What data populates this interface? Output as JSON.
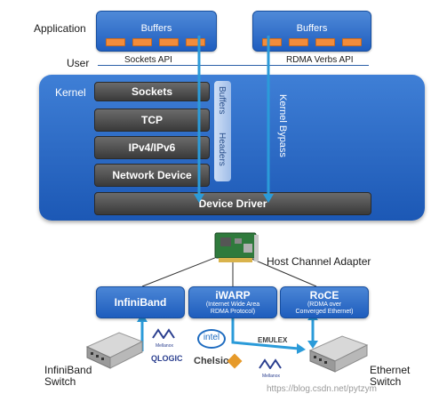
{
  "labels": {
    "application": "Application",
    "user": "User",
    "kernel": "Kernel",
    "buffers_left": "Buffers",
    "buffers_right": "Buffers",
    "sockets_api": "Sockets API",
    "rdma_verbs_api": "RDMA Verbs API",
    "kernel_bypass": "Kernel Bypass",
    "host_channel_adapter": "Host Channel Adapter",
    "infiniband_switch": "InfiniBand\nSwitch",
    "ethernet_switch": "Ethernet\nSwitch",
    "watermark": "https://blog.csdn.net/pytzym"
  },
  "kernel_stack": {
    "layers": [
      "Sockets",
      "TCP",
      "IPv4/IPv6",
      "Network Device"
    ],
    "side_buffers": "Buffers",
    "side_headers": "Headers",
    "device_driver": "Device Driver"
  },
  "transports": [
    {
      "title": "InfiniBand",
      "sub": ""
    },
    {
      "title": "iWARP",
      "sub": "(Internet Wide Area\nRDMA Protocol)"
    },
    {
      "title": "RoCE",
      "sub": "(RDMA over\nConverged Ethernet)"
    }
  ],
  "vendors": [
    "Mellanox",
    "QLOGIC",
    "intel",
    "Chelsio",
    "EMULEX",
    "Mellanox"
  ],
  "colors": {
    "blue_dark": "#1c58b5",
    "blue_light": "#3f7fd6",
    "arrow": "#2b9bd9",
    "chip": "#f28c3c",
    "layer_gray": "#3a3a3a"
  }
}
